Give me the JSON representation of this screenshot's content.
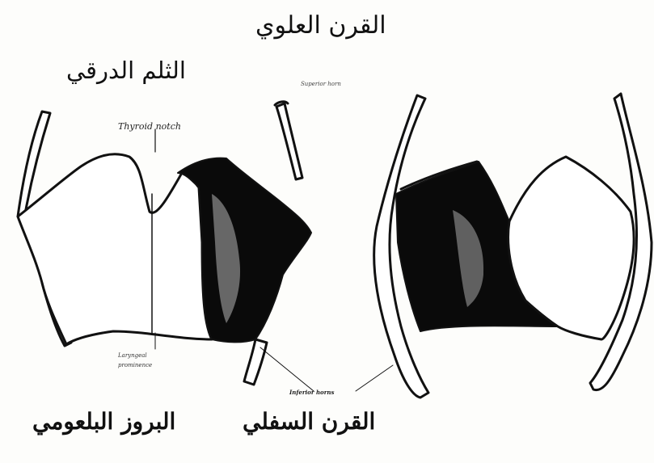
{
  "labels": {
    "superior_horn_ar": "القرن العلوي",
    "thyroid_notch_ar": "الثلم الدرقي",
    "laryngeal_prominence_ar": "البروز البلعومي",
    "inferior_horn_ar": "القرن السفلي",
    "thyroid_notch_en": "Thyroid notch",
    "superior_horn_en": "Superior horn",
    "laryngeal_prominence_en_line1": "Laryngeal",
    "laryngeal_prominence_en_line2": "prominence",
    "inferior_horn_en": "Inferior horns"
  },
  "colors": {
    "ink": "#111111",
    "paper": "#fdfdfb"
  }
}
